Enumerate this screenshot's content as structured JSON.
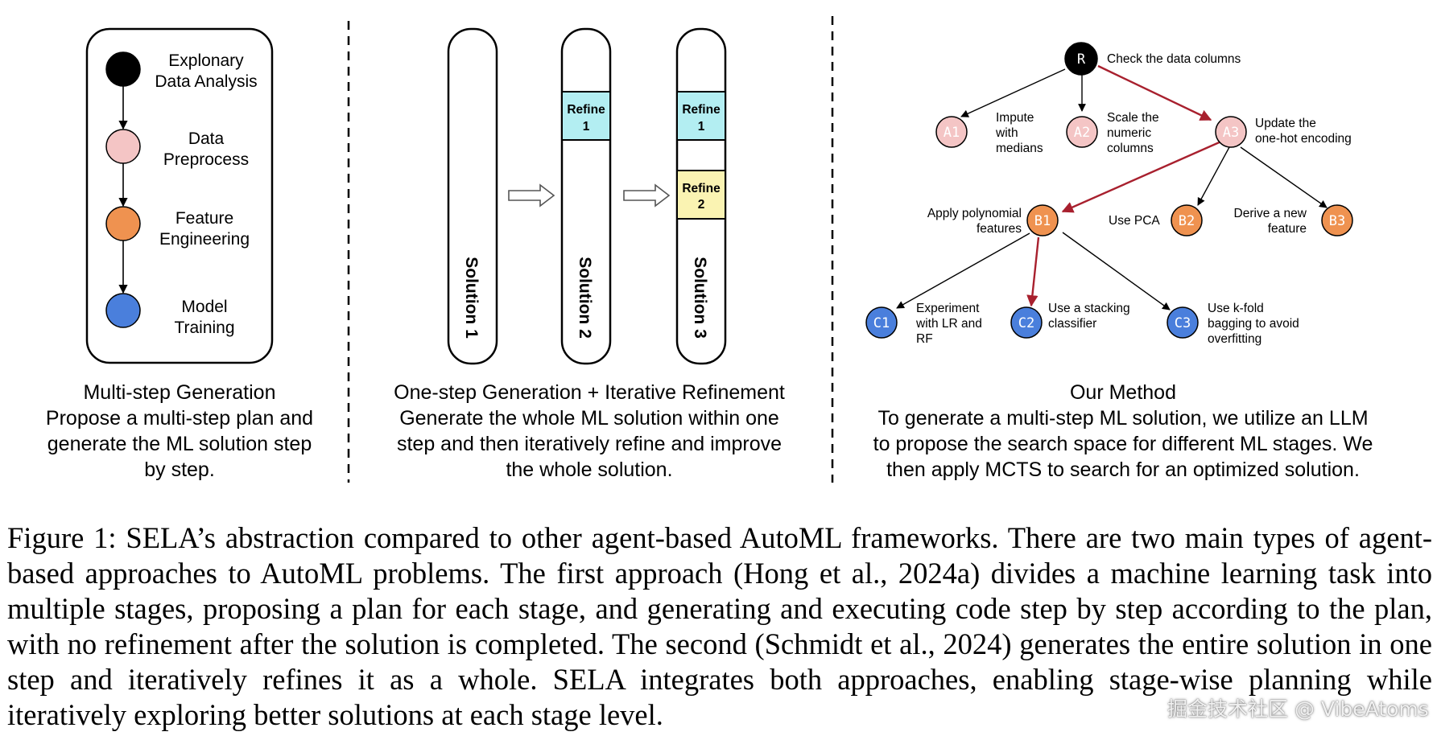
{
  "colors": {
    "black": "#000000",
    "pink": "#f4c5c5",
    "orange": "#ef9250",
    "blue": "#4a7fdc",
    "cyan": "#b3eef2",
    "yellow": "#faf3b2",
    "red_path": "#a8202e"
  },
  "panel1": {
    "steps": [
      {
        "line1": "Explonary",
        "line2": "Data Analysis",
        "color": "black"
      },
      {
        "line1": "Data",
        "line2": "Preprocess",
        "color": "pink"
      },
      {
        "line1": "Feature",
        "line2": "Engineering",
        "color": "orange"
      },
      {
        "line1": "Model",
        "line2": "Training",
        "color": "blue"
      }
    ],
    "title": "Multi-step Generation",
    "desc": [
      "Propose a multi-step plan and",
      "generate the ML solution step",
      "by step."
    ]
  },
  "panel2": {
    "solutions": [
      "Solution 1",
      "Solution 2",
      "Solution 3"
    ],
    "refine1": [
      "Refine",
      "1"
    ],
    "refine2": [
      "Refine",
      "2"
    ],
    "title": "One-step Generation + Iterative Refinement",
    "desc": [
      "Generate the whole ML solution within one",
      "step and then iteratively refine and improve",
      "the whole solution."
    ]
  },
  "panel3": {
    "nodes": {
      "R": {
        "label": "R",
        "text": [
          "Check the data columns"
        ]
      },
      "A1": {
        "label": "A1",
        "text": [
          "Impute",
          "with",
          "medians"
        ]
      },
      "A2": {
        "label": "A2",
        "text": [
          "Scale the",
          "numeric",
          "columns"
        ]
      },
      "A3": {
        "label": "A3",
        "text": [
          "Update the",
          "one-hot encoding"
        ]
      },
      "B1": {
        "label": "B1",
        "text": [
          "Apply polynomial",
          "features"
        ]
      },
      "B2": {
        "label": "B2",
        "text": [
          "Use PCA"
        ]
      },
      "B3": {
        "label": "B3",
        "text": [
          "Derive a new",
          "feature"
        ]
      },
      "C1": {
        "label": "C1",
        "text": [
          "Experiment",
          "with LR and",
          "RF"
        ]
      },
      "C2": {
        "label": "C2",
        "text": [
          "Use a stacking",
          "classifier"
        ]
      },
      "C3": {
        "label": "C3",
        "text": [
          "Use k-fold",
          "bagging to avoid",
          "overfitting"
        ]
      }
    },
    "title": "Our Method",
    "desc": [
      "To generate a multi-step ML solution, we utilize an LLM",
      "to propose the search space for different ML stages. We",
      "then apply MCTS to search for an optimized solution."
    ]
  },
  "caption": "Figure 1: SELA’s abstraction compared to other agent-based AutoML frameworks. There are two main types of agent-based approaches to AutoML problems. The first approach (Hong et al., 2024a) divides a machine learning task into multiple stages, proposing a plan for each stage, and generating and executing code step by step according to the plan, with no refinement after the solution is completed. The second (Schmidt et al., 2024) generates the entire solution in one step and iteratively refines it as a whole. SELA integrates both approaches, enabling stage-wise planning while iteratively exploring better solutions at each stage level.",
  "watermark": "掘金技术社区 @ VibeAtoms"
}
